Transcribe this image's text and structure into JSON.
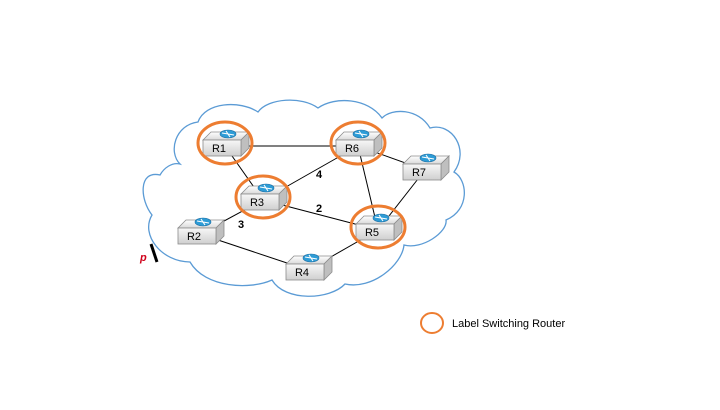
{
  "routers": [
    {
      "id": "R1",
      "label": "R1",
      "lsr": true
    },
    {
      "id": "R2",
      "label": "R2",
      "lsr": false
    },
    {
      "id": "R3",
      "label": "R3",
      "lsr": true
    },
    {
      "id": "R4",
      "label": "R4",
      "lsr": false
    },
    {
      "id": "R5",
      "label": "R5",
      "lsr": true
    },
    {
      "id": "R6",
      "label": "R6",
      "lsr": true
    },
    {
      "id": "R7",
      "label": "R7",
      "lsr": false
    }
  ],
  "links": [
    {
      "from": "R1",
      "to": "R6",
      "label": ""
    },
    {
      "from": "R1",
      "to": "R3",
      "label": ""
    },
    {
      "from": "R2",
      "to": "R3",
      "label": "3"
    },
    {
      "from": "R3",
      "to": "R6",
      "label": "4"
    },
    {
      "from": "R3",
      "to": "R5",
      "label": "2"
    },
    {
      "from": "R2",
      "to": "R4",
      "label": ""
    },
    {
      "from": "R4",
      "to": "R5",
      "label": ""
    },
    {
      "from": "R6",
      "to": "R5",
      "label": ""
    },
    {
      "from": "R6",
      "to": "R7",
      "label": ""
    },
    {
      "from": "R7",
      "to": "R5",
      "label": ""
    }
  ],
  "port": {
    "label": "p",
    "color": "#d0021b"
  },
  "legend": {
    "text": "Label Switching Router",
    "color": "#ed7d31"
  },
  "colors": {
    "lsr_ring": "#ed7d31",
    "router_icon": "#2e9cd6",
    "cloud_outline": "#5b9bd5",
    "link": "#000000"
  }
}
